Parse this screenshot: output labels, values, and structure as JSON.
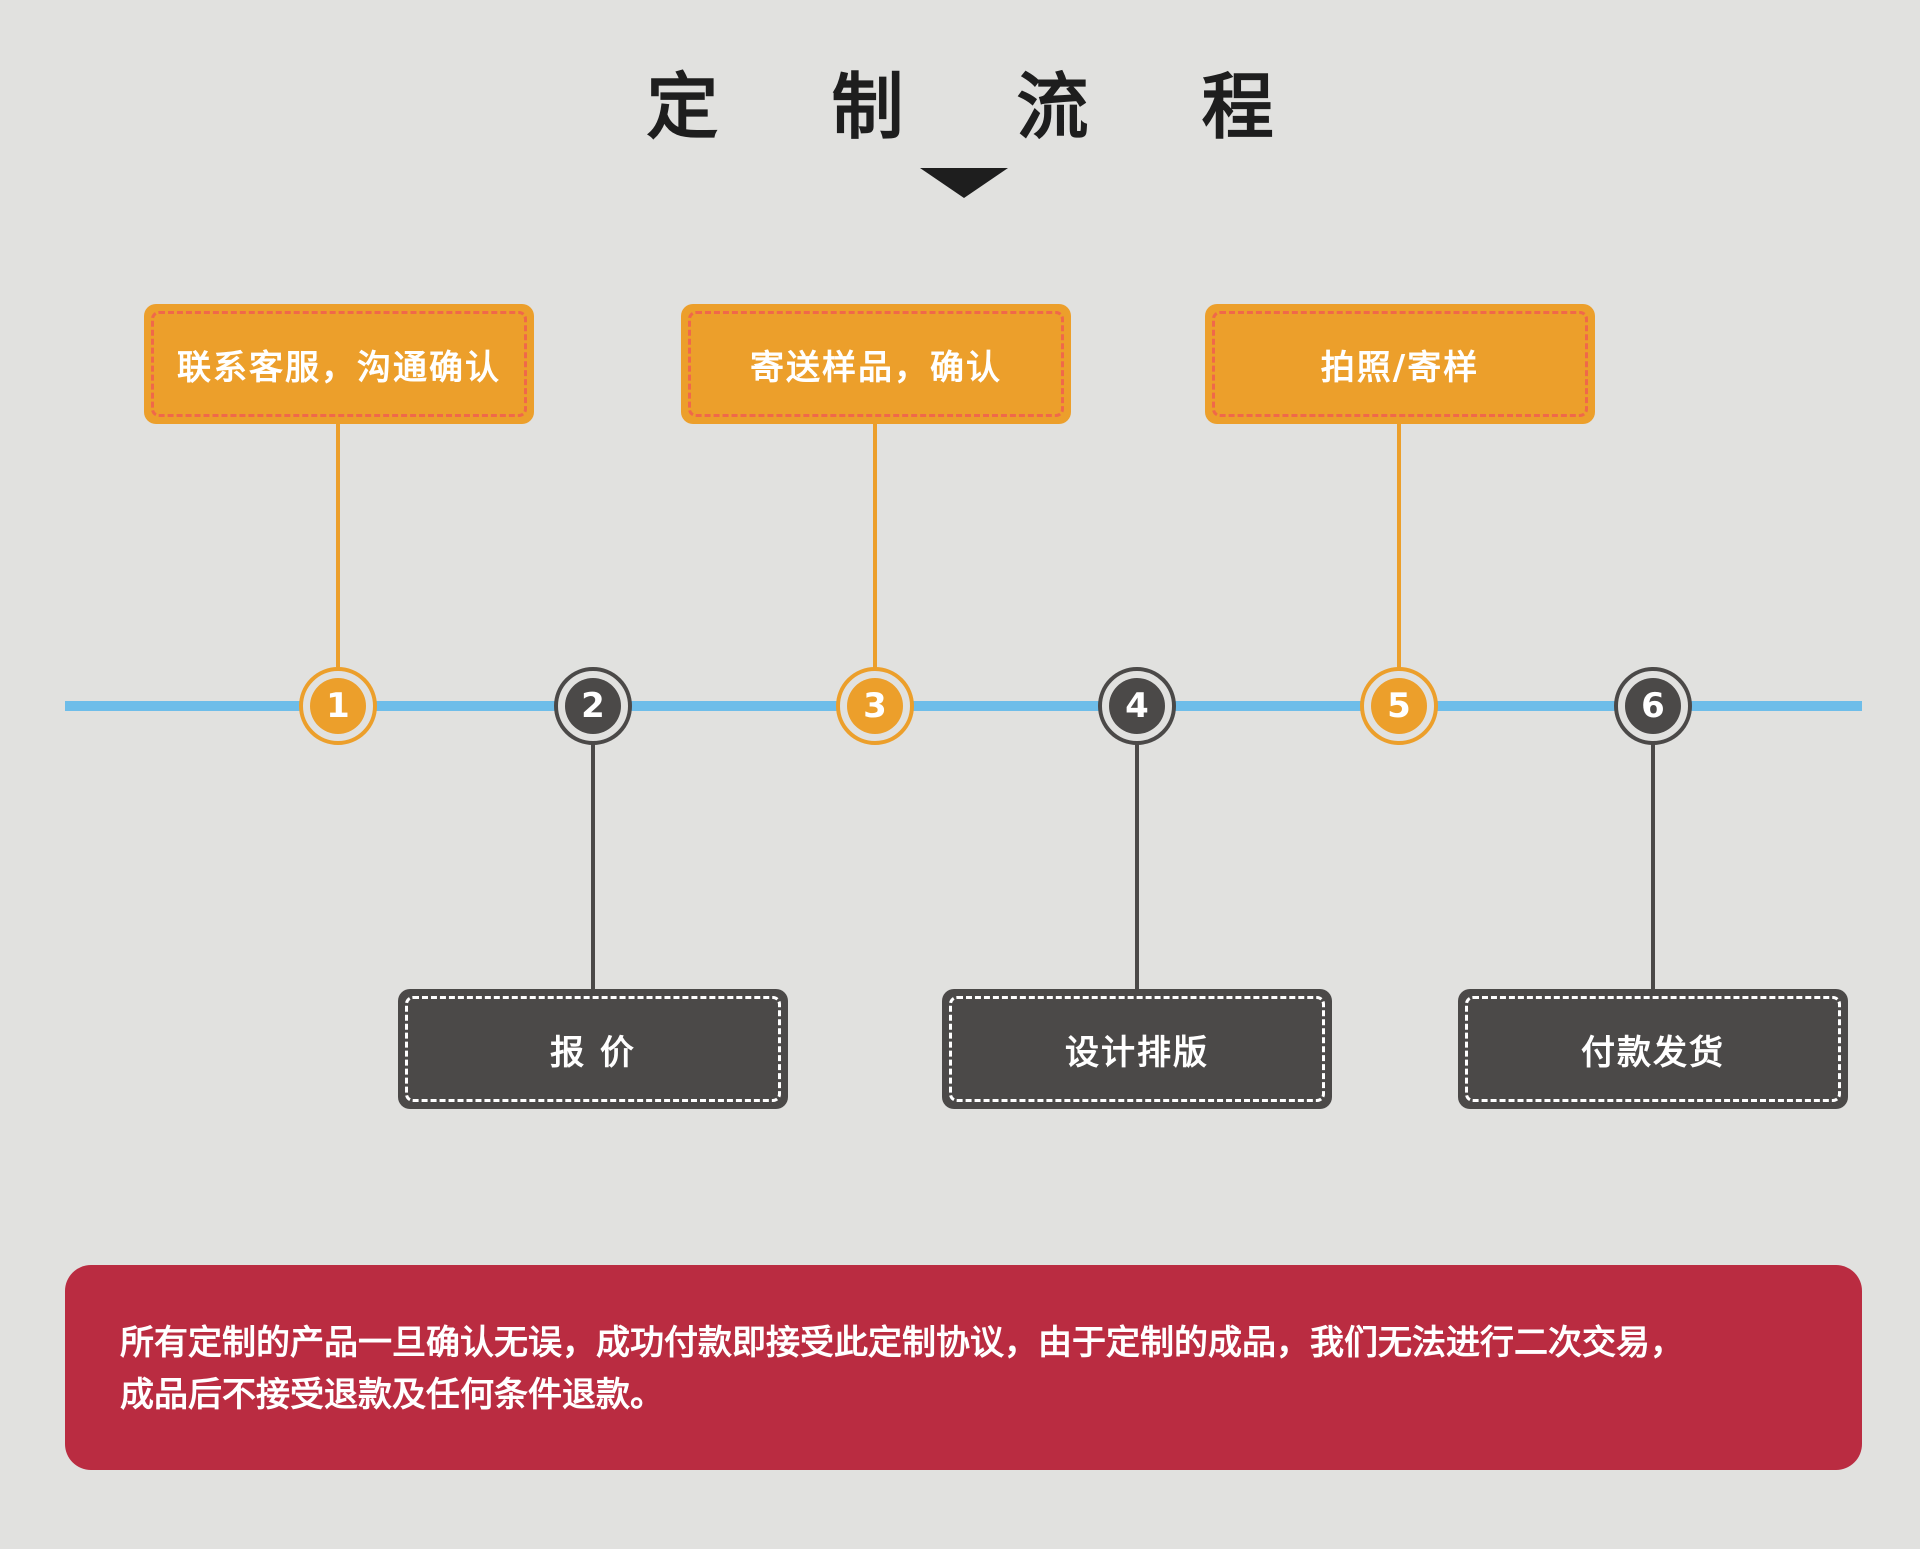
{
  "title": "定 制 流 程",
  "colors": {
    "background": "#e1e1df",
    "orange": "#ec9f2b",
    "dark": "#4b4948",
    "timeline": "#6ebde9",
    "notice": "#ba2c41"
  },
  "steps": [
    {
      "number": "1",
      "label": "联系客服，沟通确认",
      "style": "orange",
      "side": "top"
    },
    {
      "number": "2",
      "label": "报 价",
      "style": "dark",
      "side": "bottom"
    },
    {
      "number": "3",
      "label": "寄送样品，确认",
      "style": "orange",
      "side": "top"
    },
    {
      "number": "4",
      "label": "设计排版",
      "style": "dark",
      "side": "bottom"
    },
    {
      "number": "5",
      "label": "拍照/寄样",
      "style": "orange",
      "side": "top"
    },
    {
      "number": "6",
      "label": "付款发货",
      "style": "dark",
      "side": "bottom"
    }
  ],
  "notice": {
    "text": "所有定制的产品一旦确认无误，成功付款即接受此定制协议，由于定制的成品，我们无法进行二次交易，\n成品后不接受退款及任何条件退款。"
  }
}
